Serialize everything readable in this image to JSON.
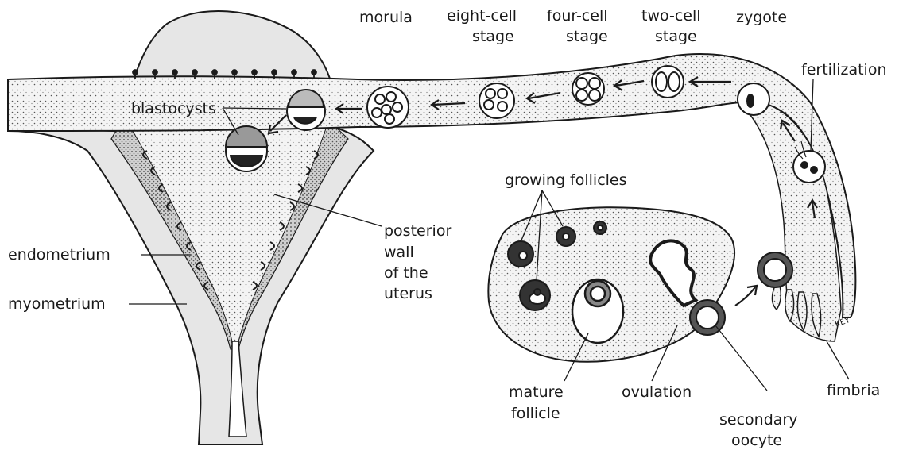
{
  "labels": {
    "morula": "morula",
    "eight_cell": [
      "eight-cell",
      "stage"
    ],
    "four_cell": [
      "four-cell",
      "stage"
    ],
    "two_cell": [
      "two-cell",
      "stage"
    ],
    "zygote": "zygote",
    "fertilization": "fertilization",
    "blastocysts": "blastocysts",
    "growing_follicles": "growing follicles",
    "posterior_wall": [
      "posterior",
      "wall",
      "of the",
      "uterus"
    ],
    "endometrium": "endometrium",
    "myometrium": "myometrium",
    "mature_follicle": [
      "mature",
      "follicle"
    ],
    "ovulation": "ovulation",
    "secondary_oocyte": [
      "secondary",
      "oocyte"
    ],
    "fimbria": "fimbria",
    "signature": "KEY"
  },
  "colors": {
    "ink": "#1a1a1a",
    "tissue": "#e6e6e6",
    "endometrium": "#9a9a9a",
    "cavity": "#f3f3f3",
    "background": "#ffffff"
  }
}
